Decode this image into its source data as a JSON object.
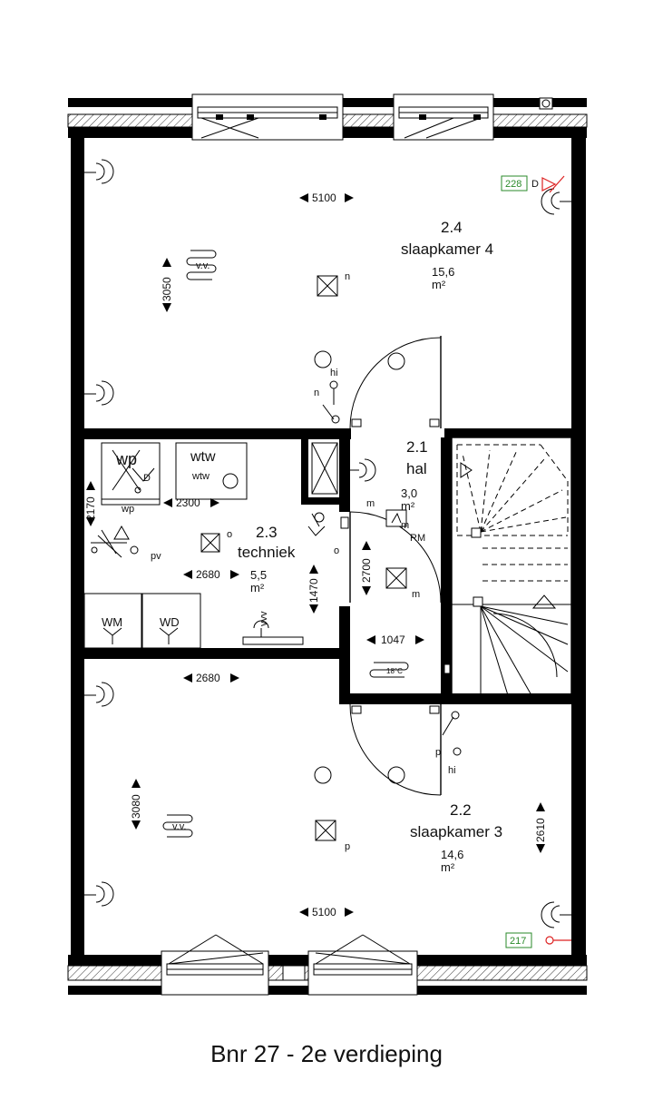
{
  "caption": "Bnr 27 - 2e verdieping",
  "rooms": {
    "slaapkamer4": {
      "number": "2.4",
      "name": "slaapkamer 4",
      "area": "15,6",
      "unit": "m²"
    },
    "hal": {
      "number": "2.1",
      "name": "hal",
      "area": "3,0",
      "unit": "m²"
    },
    "techniek": {
      "number": "2.3",
      "name": "techniek",
      "area": "5,5",
      "unit": "m²"
    },
    "slaapkamer3": {
      "number": "2.2",
      "name": "slaapkamer 3",
      "area": "14,6",
      "unit": "m²"
    }
  },
  "dimensions": {
    "top_width": "5100",
    "top_height": "3050",
    "tech_height": "2170",
    "tech_wp_width": "2300",
    "tech_width": "2680",
    "tech_mid": "1470",
    "hal_height": "2700",
    "hal_width": "1047",
    "bottom_width_top": "2680",
    "bottom_height": "3080",
    "bottom_right_height": "2610",
    "bottom_width": "5100"
  },
  "labels": {
    "wp": "wp",
    "wtw": "wtw",
    "wtw_small": "wtw",
    "wp_small": "wp",
    "wm": "WM",
    "wd": "WD",
    "pv": "pv",
    "thermostat": "18°C",
    "vv_top": "v.v.",
    "vv_bottom": "v.v.",
    "vvv": "vvv",
    "m_hal": "m",
    "m_hal2": "m",
    "m_ceiling": "m",
    "rm": "RM",
    "n_top": "n",
    "n_switch": "n",
    "hi_top": "hi",
    "hi_bottom": "hi",
    "p_bottom": "p",
    "p_bottom2": "p",
    "o_tech": "o",
    "o_tech2": "o",
    "d_wp": "D",
    "d_top": "D"
  },
  "badges": {
    "top": "228",
    "bottom": "217"
  }
}
